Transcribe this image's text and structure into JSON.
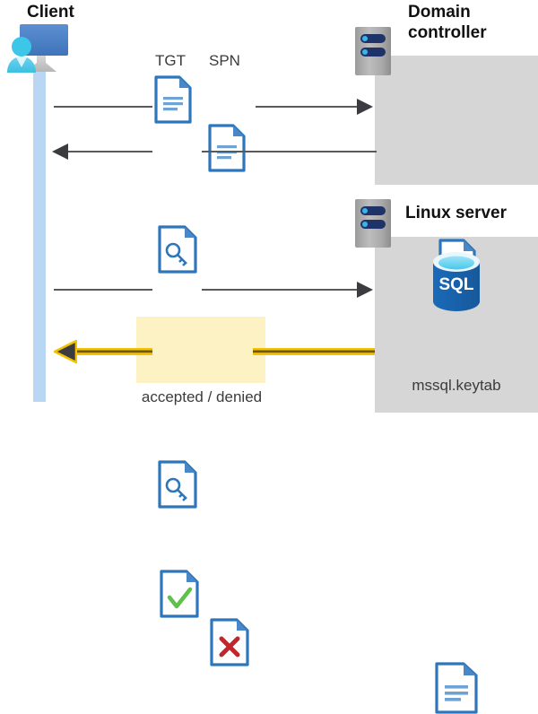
{
  "diagram": {
    "title": "Kerberos authentication flow between Client, Domain controller and Linux server",
    "colors": {
      "panel_gray": "#d6d6d6",
      "lifeline_blue": "#b9d7f2",
      "highlight_yellow": "#fdf2c4",
      "arrow_yellow": "#f3c200",
      "arrow_gray": "#58595b",
      "doc_blue": "#2e76bc",
      "accept_green": "#5fc04a",
      "deny_red": "#c0272d",
      "sql_blue": "#1a69b5"
    }
  },
  "client": {
    "title": "Client",
    "icon": "user-computer-icon",
    "lifeline": "client-lifeline"
  },
  "domain_controller": {
    "title": "Domain controller",
    "rack_icon": "server-rack-icon",
    "contents": [
      {
        "icon": "certificate-document-icon",
        "label": ""
      }
    ]
  },
  "linux_server": {
    "title": "Linux server",
    "rack_icon": "server-rack-icon",
    "contents": [
      {
        "icon": "sql-database-icon",
        "label": "SQL"
      },
      {
        "icon": "keytab-document-icon",
        "label": "mssql.keytab"
      }
    ]
  },
  "flows": [
    {
      "id": "flow-request",
      "direction": "client-to-domain-controller",
      "arrow_color": "#58595b",
      "labels": [
        "TGT",
        "SPN"
      ],
      "icons": [
        "tgt-document-icon",
        "spn-document-icon"
      ]
    },
    {
      "id": "flow-ticket-return",
      "direction": "domain-controller-to-client",
      "arrow_color": "#58595b",
      "labels": [],
      "icons": [
        "key-document-icon"
      ]
    },
    {
      "id": "flow-service-request",
      "direction": "client-to-linux-server",
      "arrow_color": "#58595b",
      "labels": [],
      "icons": [
        "key-document-icon"
      ]
    },
    {
      "id": "flow-result",
      "direction": "linux-server-to-client",
      "arrow_color": "#f3c200",
      "labels": [
        "accepted / denied"
      ],
      "icons": [
        "accepted-document-icon",
        "denied-document-icon"
      ],
      "highlighted": true
    }
  ],
  "labels": {
    "tgt": "TGT",
    "spn": "SPN",
    "accepted_denied": "accepted / denied",
    "keytab": "mssql.keytab",
    "sql": "SQL"
  }
}
